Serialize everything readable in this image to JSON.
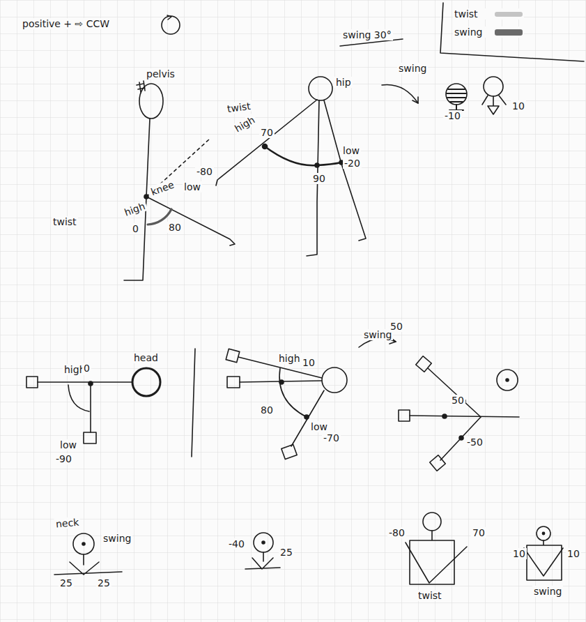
{
  "diagram": {
    "labels": [
      "positive + ⇨ CCW",
      "swing 30°",
      "pelvis",
      "twist",
      "high",
      "70",
      "hip",
      "low",
      "-20",
      "90",
      "knee",
      "low",
      "-80",
      "twist",
      "high",
      "0",
      "80",
      "swing",
      "-10",
      "10",
      "high",
      "0",
      "head",
      "low",
      "-90",
      "high",
      "10",
      "80",
      "low",
      "-70",
      "swing",
      "50",
      "50",
      "-50",
      "neck",
      "swing",
      "25",
      "25",
      "-40",
      "25",
      "-80",
      "70",
      "twist",
      "10",
      "10",
      "swing"
    ],
    "legend": [
      {
        "text": "twist",
        "color": "#c4c4c4"
      },
      {
        "text": "swing",
        "color": "#6a6a6a"
      }
    ]
  }
}
